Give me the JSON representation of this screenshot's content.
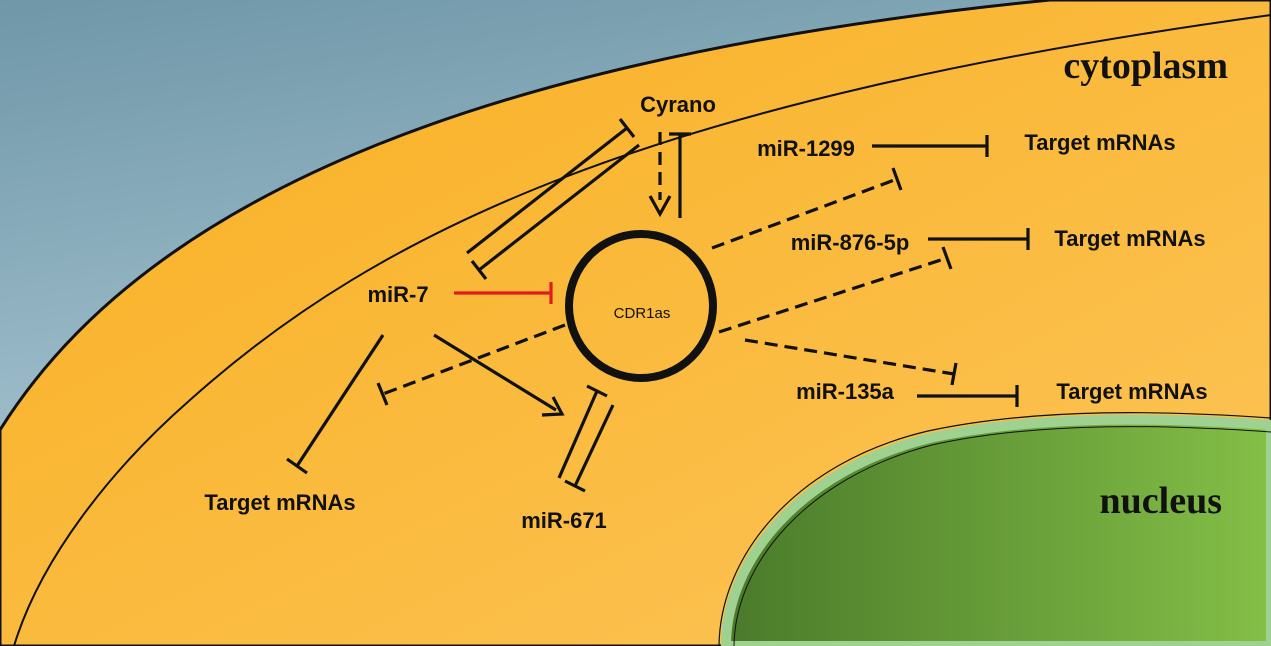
{
  "regions": {
    "cytoplasm": "cytoplasm",
    "nucleus": "nucleus"
  },
  "nodes": {
    "center": "CDR1as",
    "cyrano": "Cyrano",
    "mir7": "miR-7",
    "mir671": "miR-671",
    "mir1299": "miR-1299",
    "mir876": "miR-876-5p",
    "mir135a": "miR-135a",
    "target_left": "Target mRNAs",
    "target_1": "Target mRNAs",
    "target_2": "Target mRNAs",
    "target_3": "Target mRNAs"
  },
  "colors": {
    "cell": "#fbb62c",
    "outside_top": "#6f97a8",
    "outside_bottom": "#b9d3df",
    "nucleus_dark": "#4a7a2a",
    "nucleus_light": "#84bf47",
    "nuclear_membrane": "#a5d59a",
    "inhibition_highlight": "#e11b1b"
  },
  "edges": [
    {
      "from": "Cyrano",
      "to": "CDR1as",
      "type": "activation",
      "style": "dashed"
    },
    {
      "from": "CDR1as",
      "to": "Cyrano",
      "type": "inhibition",
      "style": "solid"
    },
    {
      "from": "miR-7",
      "to": "Cyrano",
      "type": "inhibition",
      "style": "solid"
    },
    {
      "from": "Cyrano",
      "to": "miR-7",
      "type": "inhibition",
      "style": "solid"
    },
    {
      "from": "miR-7",
      "to": "CDR1as",
      "type": "inhibition",
      "style": "solid",
      "color": "red"
    },
    {
      "from": "CDR1as",
      "to": "miR-7",
      "type": "inhibition",
      "style": "dashed"
    },
    {
      "from": "miR-7",
      "to": "miR-671",
      "type": "activation",
      "style": "solid"
    },
    {
      "from": "miR-671",
      "to": "CDR1as",
      "type": "inhibition",
      "style": "solid"
    },
    {
      "from": "CDR1as",
      "to": "miR-671",
      "type": "inhibition",
      "style": "solid"
    },
    {
      "from": "miR-7",
      "to": "Target mRNAs",
      "type": "inhibition",
      "style": "solid"
    },
    {
      "from": "CDR1as",
      "to": "miR-1299",
      "type": "inhibition",
      "style": "dashed"
    },
    {
      "from": "CDR1as",
      "to": "miR-876-5p",
      "type": "inhibition",
      "style": "dashed"
    },
    {
      "from": "CDR1as",
      "to": "miR-135a",
      "type": "inhibition",
      "style": "dashed"
    },
    {
      "from": "miR-1299",
      "to": "Target mRNAs",
      "type": "inhibition",
      "style": "solid"
    },
    {
      "from": "miR-876-5p",
      "to": "Target mRNAs",
      "type": "inhibition",
      "style": "solid"
    },
    {
      "from": "miR-135a",
      "to": "Target mRNAs",
      "type": "inhibition",
      "style": "solid"
    }
  ]
}
